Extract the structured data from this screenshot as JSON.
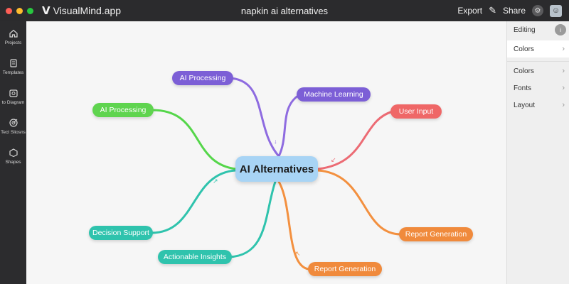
{
  "titlebar": {
    "traffic_colors": [
      "#ff5f57",
      "#febc2e",
      "#28c840"
    ],
    "logo_icon": "visualmind-v-logo",
    "app_name": "VisualMind.app",
    "doc_title": "napkin ai alternatives",
    "export_label": "Export",
    "share_label": "Share"
  },
  "sidebar": {
    "items": [
      {
        "label": "Projects",
        "icon": "home-icon"
      },
      {
        "label": "Templates",
        "icon": "templates-icon"
      },
      {
        "label": "to Diagram",
        "icon": "camera-icon"
      },
      {
        "label": "Tect Sliosns",
        "icon": "target-icon"
      },
      {
        "label": "Shapes",
        "icon": "shapes-icon"
      }
    ]
  },
  "canvas": {
    "center": {
      "label": "AI Alternatives",
      "color": "#a8d4f5"
    },
    "nodes": [
      {
        "id": "n1",
        "label": "AI Processing",
        "color": "#7c5fd6",
        "link": "#8e6be0"
      },
      {
        "id": "n2",
        "label": "Machine Learning",
        "color": "#7c5fd6",
        "link": "#8e6be0"
      },
      {
        "id": "n3",
        "label": "AI Processing",
        "color": "#5fd44f",
        "link": "#55d64a"
      },
      {
        "id": "n4",
        "label": "User Input",
        "color": "#ef6767",
        "link": "#ec6b74"
      },
      {
        "id": "n5",
        "label": "Report Generation",
        "color": "#f08a3c",
        "link": "#f3903f"
      },
      {
        "id": "n6",
        "label": "Decision Support",
        "color": "#2fc3ad",
        "link": "#2fc3ad"
      },
      {
        "id": "n7",
        "label": "Actionable Insights",
        "color": "#2fc3ad",
        "link": "#2fc3ad"
      },
      {
        "id": "n8",
        "label": "Report Generation",
        "color": "#f08a3c",
        "link": "#f3903f"
      }
    ]
  },
  "panel": {
    "editing_label": "Editing",
    "rows": [
      "Colors",
      "Colors",
      "Fonts",
      "Layout"
    ]
  }
}
